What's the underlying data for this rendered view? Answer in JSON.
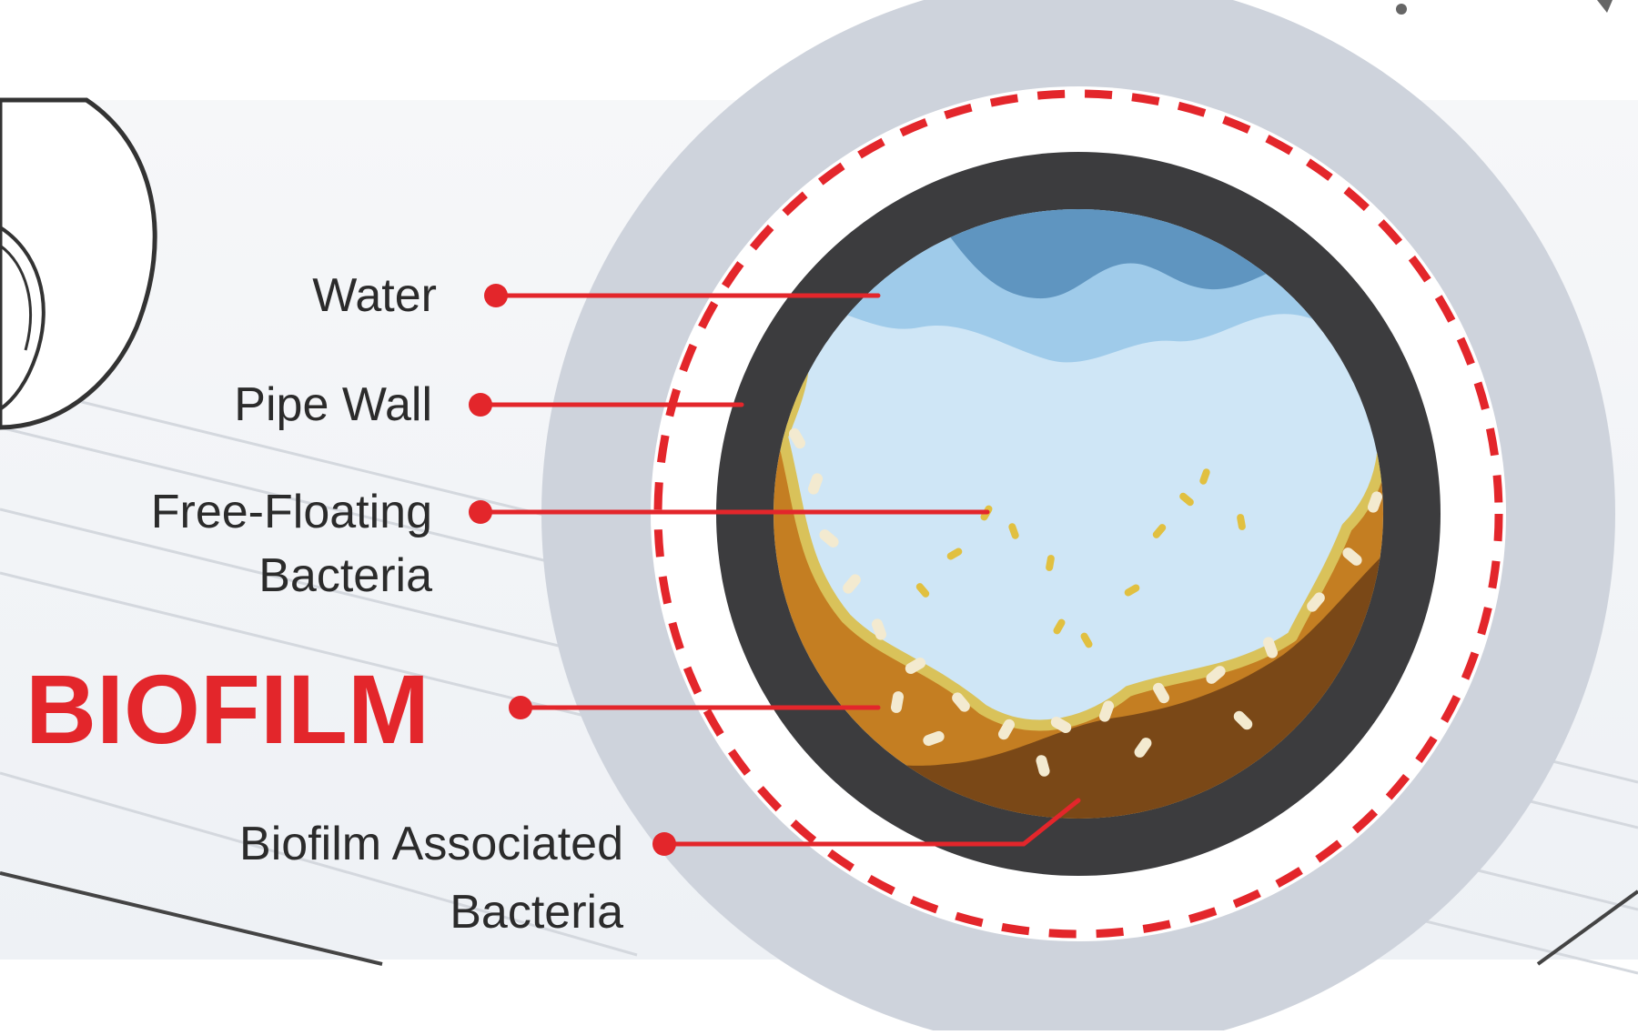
{
  "labels": {
    "water": "Water",
    "pipe_wall": "Pipe Wall",
    "free_floating_line1": "Free-Floating",
    "free_floating_line2": "Bacteria",
    "biofilm": "BIOFILM",
    "biofilm_assoc_line1": "Biofilm Associated",
    "biofilm_assoc_line2": "Bacteria"
  },
  "colors": {
    "accent": "#e3262b",
    "pipe_wall": "#3c3c3e",
    "water_light": "#cfe6f6",
    "water_mid": "#9fcbea",
    "water_dark": "#5f95c0",
    "biofilm_outer": "#c47e22",
    "biofilm_inner": "#7a4817",
    "biofilm_edge": "#d9c25a",
    "pipe_outer_ring": "#ced3dc",
    "text": "#2b2b2b"
  }
}
